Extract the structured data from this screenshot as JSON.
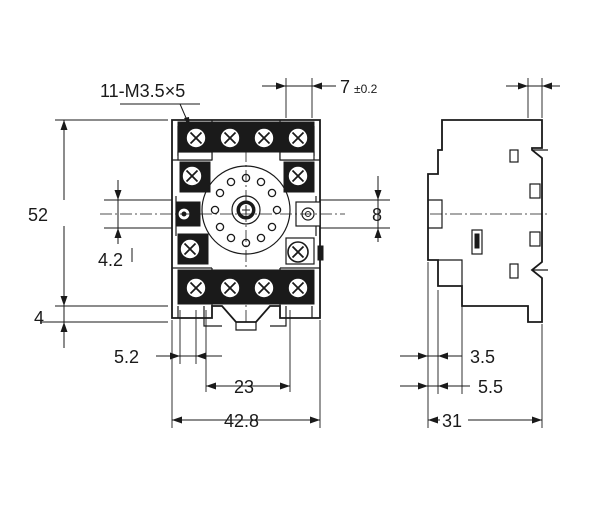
{
  "labels": {
    "screw_spec": "11-M3.5×5",
    "terminal_pitch": "7",
    "terminal_pitch_tol": "±0.2",
    "height": "52",
    "hole_spacing": "8",
    "hole_offset": "4.2",
    "bottom_offset": "4",
    "screw_edge": "5.2",
    "screw_span": "23",
    "width": "42.8",
    "side_a": "3.5",
    "side_b": "5.5",
    "depth": "31"
  },
  "colors": {
    "ink": "#1a1a1a",
    "paper": "#ffffff"
  }
}
